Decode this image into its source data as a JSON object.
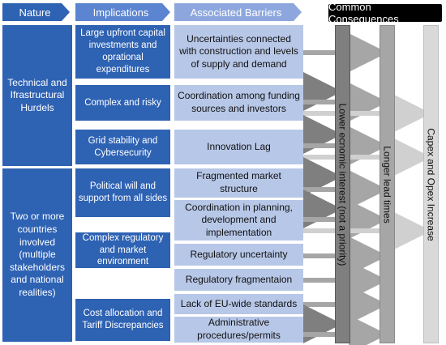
{
  "headers": {
    "nature": "Nature",
    "implications": "Implications",
    "barriers": "Associated Barriers",
    "consequences": "Common Consequences"
  },
  "nature": [
    "Technical and Ifrastructural Hurdels",
    "Two or more countries involved (multiple stakeholders and national realities)"
  ],
  "implications": [
    "Large upfront capital investments and oprational expenditures",
    "Complex and risky",
    "Grid stability and Cybersecurity",
    "Political will and support from all sides",
    "Complex regulatory and market environment",
    "Cost allocation and Tariff Discrepancies"
  ],
  "barriers": [
    "Uncertainties connected with construction and levels of supply and demand",
    "Coordination among funding sources and investors",
    "Innovation Lag",
    "Fragmented market structure",
    "Coordination in planning, development and implementation",
    "Regulatory uncertainty",
    "Regulatory fragmentaion",
    "Lack of EU-wide standards",
    "Administrative procedures/permits"
  ],
  "consequences": [
    "Lower ecnomic interest (not a priority)",
    "Longer lead times",
    "Capex and Opex Increase"
  ],
  "colors": {
    "dark_blue": "#2e62b3",
    "light_blue": "#b7c7e7",
    "header_mid": "#5b84d1",
    "header_light": "#8da7de",
    "black": "#000000"
  }
}
